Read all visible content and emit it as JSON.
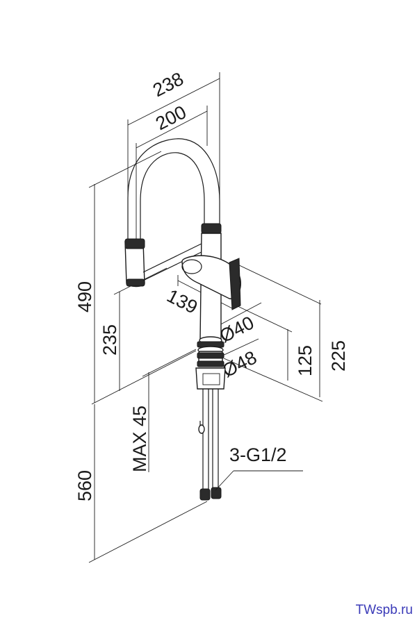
{
  "dimensions": {
    "total_width": "238",
    "spout_reach": "200",
    "total_height": "490",
    "spout_height": "235",
    "lever_offset": "139",
    "body_diameter": "Ø40",
    "base_diameter": "Ø48",
    "lever_height": "125",
    "body_height": "225",
    "max_thickness": "MAX 45",
    "hose_length": "560",
    "connection": "3-G1/2"
  },
  "watermark": "TWspb.ru",
  "colors": {
    "line": "#1a1a1a",
    "watermark": "#3a3ab8"
  }
}
